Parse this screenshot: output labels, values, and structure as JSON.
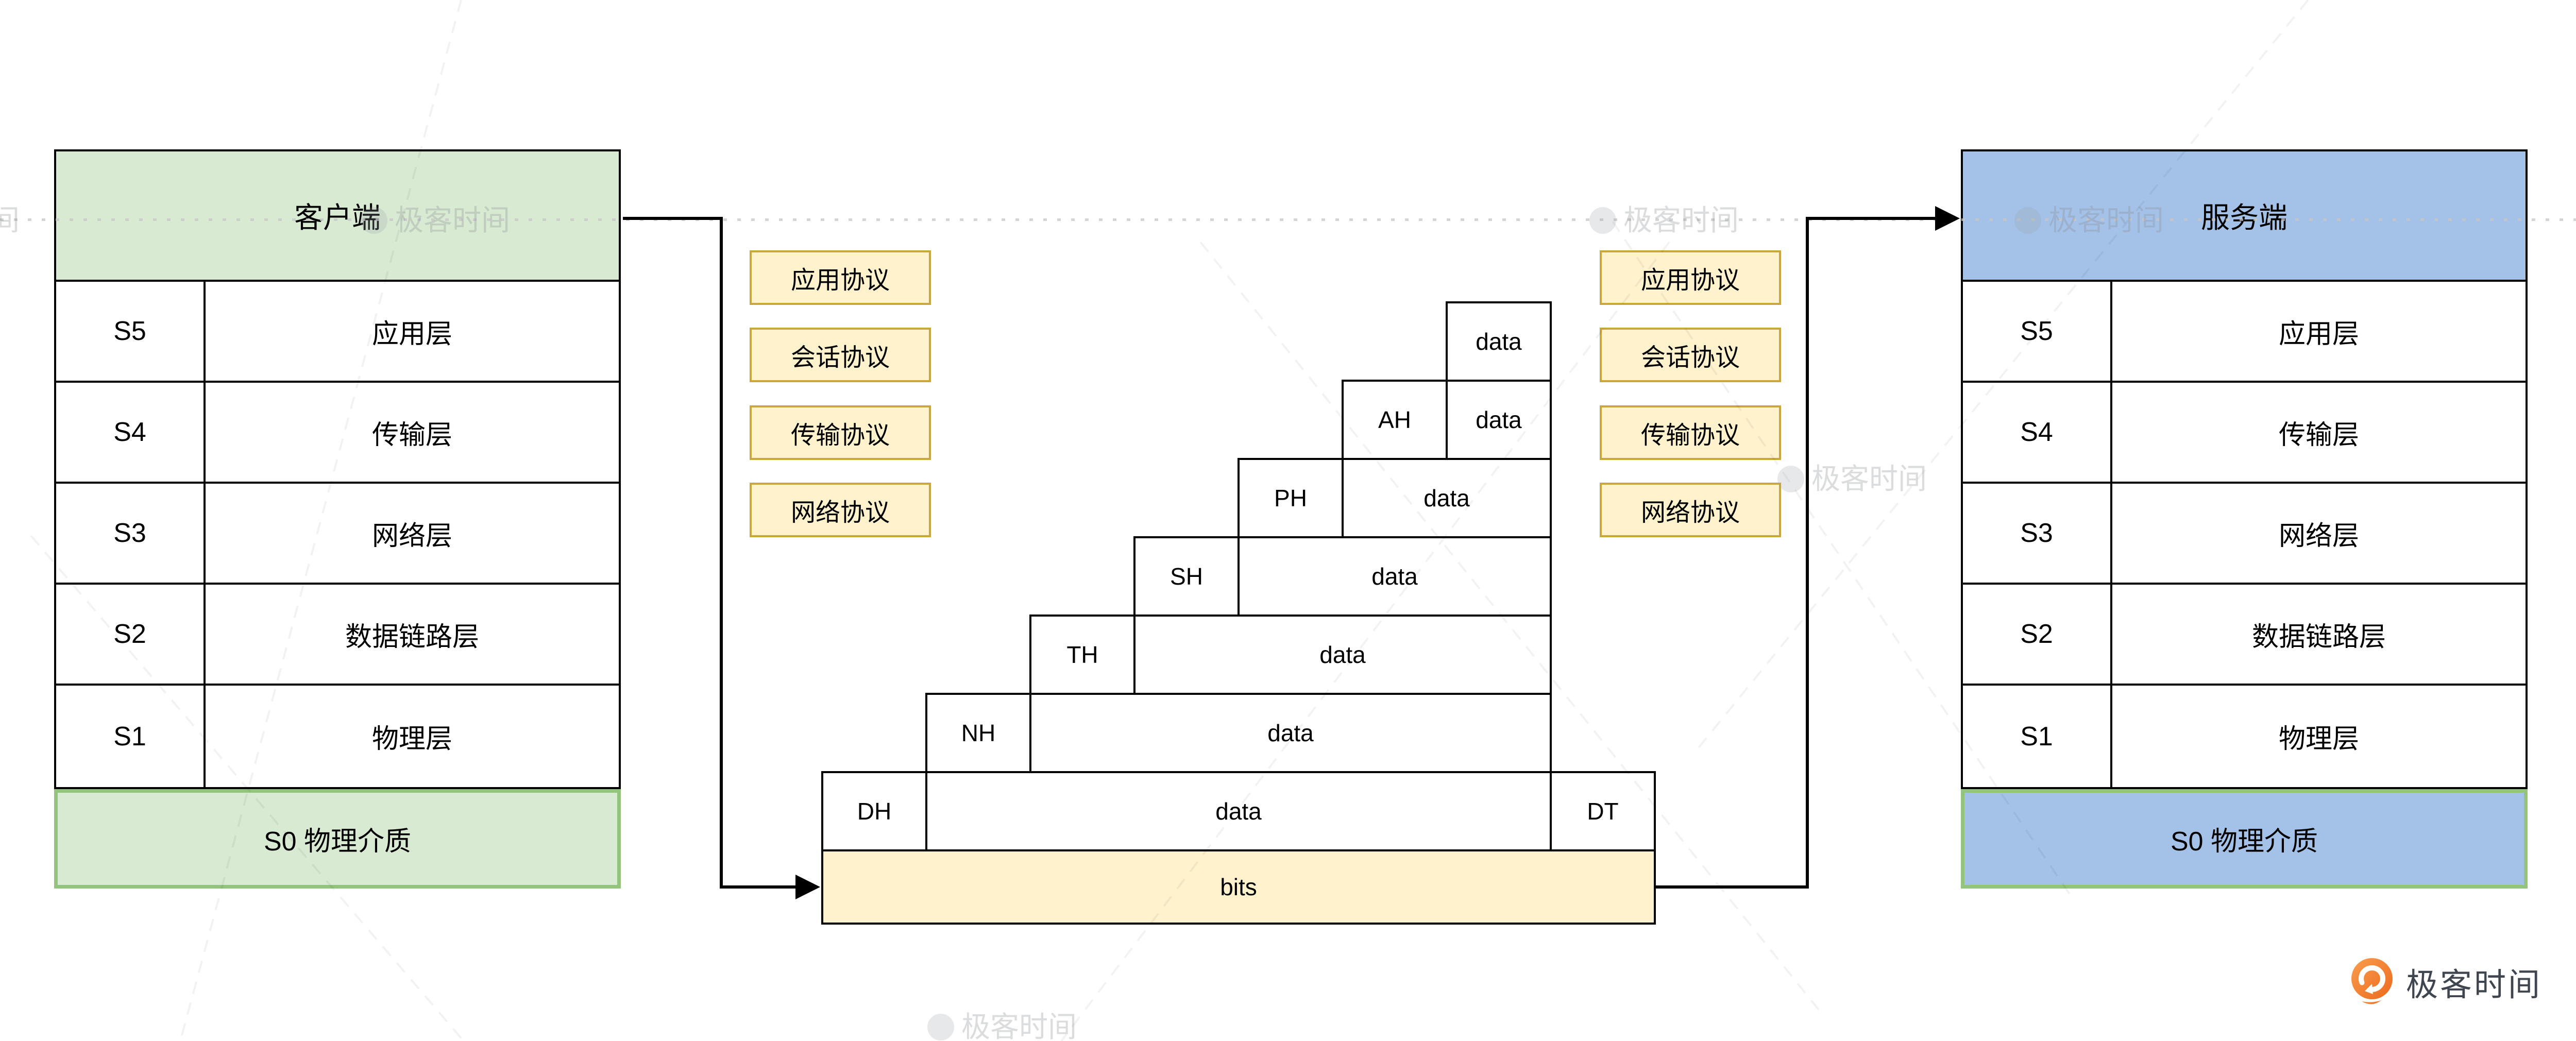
{
  "watermark": {
    "text": "极客时间",
    "partial_char": "间"
  },
  "logo": {
    "text": "极客时间"
  },
  "client_table": {
    "title": "客户端"
  },
  "server_table": {
    "title": "服务端"
  },
  "layers": {
    "codes": [
      "S5",
      "S4",
      "S3",
      "S2",
      "S1"
    ],
    "names": [
      "应用层",
      "传输层",
      "网络层",
      "数据链路层",
      "物理层"
    ],
    "footer": "S0 物理介质"
  },
  "protocols": [
    "应用协议",
    "会话协议",
    "传输协议",
    "网络协议"
  ],
  "encapsulation": {
    "top_data": "data",
    "rows": [
      {
        "header": "AH",
        "data": "data"
      },
      {
        "header": "PH",
        "data": "data"
      },
      {
        "header": "SH",
        "data": "data"
      },
      {
        "header": "TH",
        "data": "data"
      },
      {
        "header": "NH",
        "data": "data"
      },
      {
        "header": "DH",
        "data": "data",
        "trailer": "DT"
      }
    ],
    "bits": "bits"
  },
  "colors": {
    "client_fill": "#d9ead3",
    "server_fill": "#a4c2e8",
    "s0_border": "#93c47d",
    "protocol_fill": "#fff2cc",
    "protocol_border": "#c9a63e",
    "bits_fill": "#fff2cc",
    "line": "#000000",
    "logo_orange": "#f07a2d",
    "logo_text": "#40464f",
    "watermark_gray": "#9aa0a6"
  }
}
